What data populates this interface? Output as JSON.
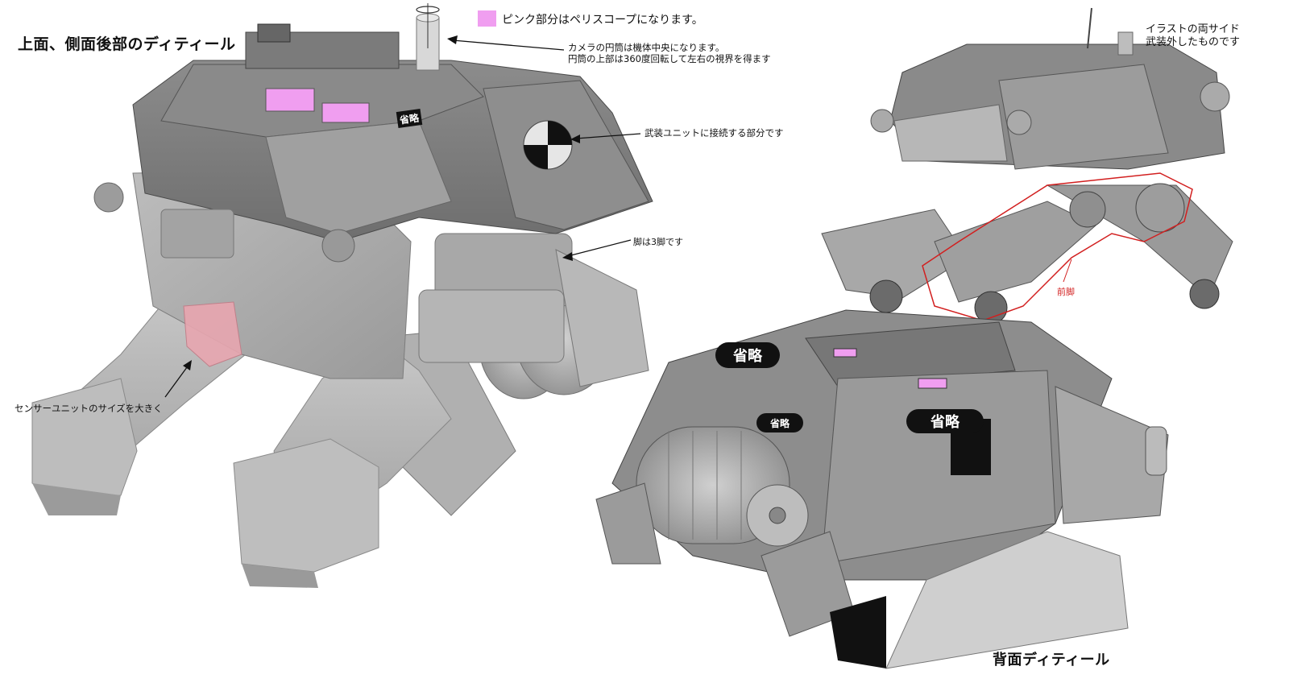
{
  "colors": {
    "periscope_pink": "#f09ef0",
    "highlight_red": "#d21f1f",
    "body_gray": "#9a9a9a",
    "dark_gray": "#555555",
    "badge_black": "#111111"
  },
  "titles": {
    "top_side_detail": "上面、側面後部のディティール",
    "back_detail": "背面ディティール"
  },
  "legend": {
    "pink_note": "ピンク部分はペリスコープになります。"
  },
  "annotations": {
    "camera_line1": "カメラの円筒は機体中央になります。",
    "camera_line2": "円筒の上部は360度回転して左右の視界を得ます",
    "weapon_connect": "武装ユニットに接続する部分です",
    "legs": "脚は3脚です",
    "sensor": "センサーユニットのサイズを大きく",
    "illust_line1": "イラストの両サイド",
    "illust_line2": "武装外したものです",
    "front_leg": "前脚"
  },
  "badges": {
    "omit_main": "省略",
    "omit_back_1": "省略",
    "omit_back_2": "省略",
    "omit_back_3": "省略"
  },
  "icons": {
    "rotation_mark": "rotation-arrow-icon",
    "target_mark": "crosshair-target-icon"
  }
}
